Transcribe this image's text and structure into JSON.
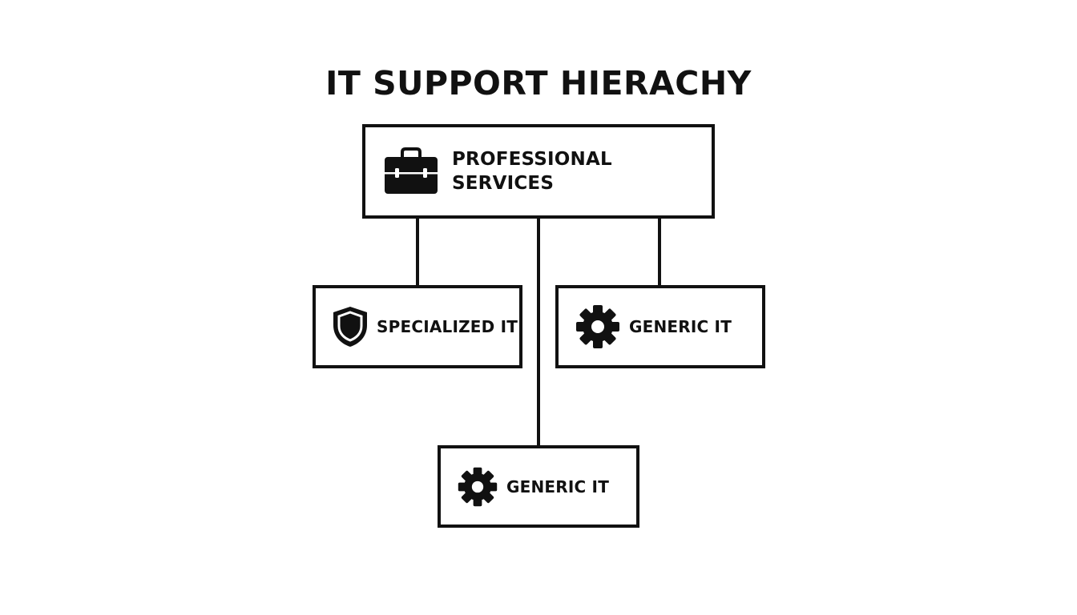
{
  "diagram": {
    "title": "IT SUPPORT HIERACHY",
    "root": {
      "line1": "PROFESSIONAL",
      "line2": "SERVICES",
      "icon": "briefcase-icon"
    },
    "children": [
      {
        "label": "SPECIALIZED IT",
        "icon": "shield-icon"
      },
      {
        "label": "GENERIC IT",
        "icon": "gear-icon"
      },
      {
        "label": "GENERIC IT",
        "icon": "gear-icon"
      }
    ],
    "colors": {
      "stroke": "#111111",
      "background": "#ffffff"
    }
  }
}
